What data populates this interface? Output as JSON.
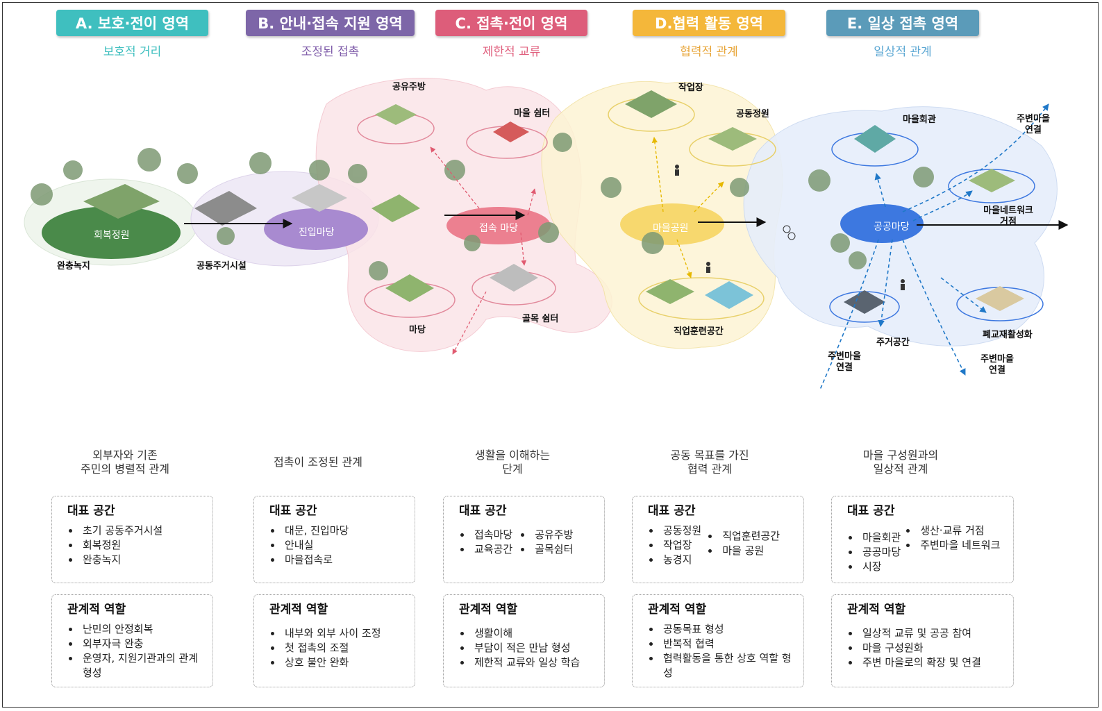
{
  "zones": [
    {
      "title": "A. 보호·전이 영역",
      "subtitle": "보호적 거리",
      "color": "#3fbfbf",
      "subcolor": "#3fbfbf"
    },
    {
      "title": "B. 안내·접속 지원 영역",
      "subtitle": "조정된 접촉",
      "color": "#7d66a8",
      "subcolor": "#7d5aa8"
    },
    {
      "title": "C. 접촉·전이 영역",
      "subtitle": "제한적 교류",
      "color": "#dd5d7a",
      "subcolor": "#e0607e"
    },
    {
      "title": "D.협력 활동 영역",
      "subtitle": "협력적 관계",
      "color": "#f4b73a",
      "subcolor": "#e8a63a"
    },
    {
      "title": "E. 일상 접촉 영역",
      "subtitle": "일상적 관계",
      "color": "#5b9bb9",
      "subcolor": "#5ba7d3"
    }
  ],
  "labels": {
    "recovery_garden": "회복정원",
    "buffer_green": "완충녹지",
    "cohousing": "공동주거시설",
    "entry_yard": "진입마당",
    "shared_kitchen": "공유주방",
    "village_shelter": "마을 쉼터",
    "contact_yard": "접속 마당",
    "yard": "마당",
    "alley_shelter": "골목 쉼터",
    "workshop": "작업장",
    "community_garden": "공동정원",
    "village_park": "마을공원",
    "job_training": "직업훈련공간",
    "village_hall": "마을회관",
    "nearby_link_top": "주변마을 연결",
    "public_yard": "공공마당",
    "network_hub": "마을네트워크 거점",
    "closed_school": "폐교재활성화",
    "housing": "주거공간",
    "nearby_link_left": "주변마을 연결",
    "nearby_link_right": "주변마을 연결"
  },
  "stages": [
    {
      "desc_1": "외부자와 기존",
      "desc_2": "주민의 병렬적 관계"
    },
    {
      "desc_1": "접촉이 조정된 관계",
      "desc_2": ""
    },
    {
      "desc_1": "생활을 이해하는",
      "desc_2": "단계"
    },
    {
      "desc_1": "공동 목표를 가진",
      "desc_2": "협력 관계"
    },
    {
      "desc_1": "마을 구성원과의",
      "desc_2": "일상적 관계"
    }
  ],
  "rep_title": "대표 공간",
  "role_title": "관계적 역할",
  "rep_spaces": [
    {
      "col1": [
        "초기 공동주거시설",
        "회복정원",
        "완충녹지"
      ],
      "col2": []
    },
    {
      "col1": [
        "대문, 진입마당",
        "안내실",
        "마을접속로"
      ],
      "col2": []
    },
    {
      "col1": [
        "접속마당",
        "교육공간"
      ],
      "col2": [
        "공유주방",
        "골목쉼터"
      ]
    },
    {
      "col1": [
        "공동정원",
        "작업장",
        "농경지"
      ],
      "col2": [
        "직업훈련공간",
        "마을 공원"
      ]
    },
    {
      "col1": [
        "마을회관",
        "공공마당",
        "시장"
      ],
      "col2": [
        "생산·교류 거점",
        "주변마을 네트워크"
      ]
    }
  ],
  "roles": [
    [
      "난민의 안정회복",
      "외부자극 완충",
      "운영자, 지원기관과의 관계형성"
    ],
    [
      "내부와 외부 사이 조정",
      "첫 접촉의 조절",
      "상호 불안 완화"
    ],
    [
      "생활이해",
      "부담이 적은 만남 형성",
      "제한적 교류와 일상 학습"
    ],
    [
      "공동목표 형성",
      "반복적 협력",
      "협력활동을 통한 상호 역할 형성"
    ],
    [
      "일상적 교류 및 공공 참여",
      "마을 구성원화",
      "주변 마을로의 확장 및 연결"
    ]
  ]
}
